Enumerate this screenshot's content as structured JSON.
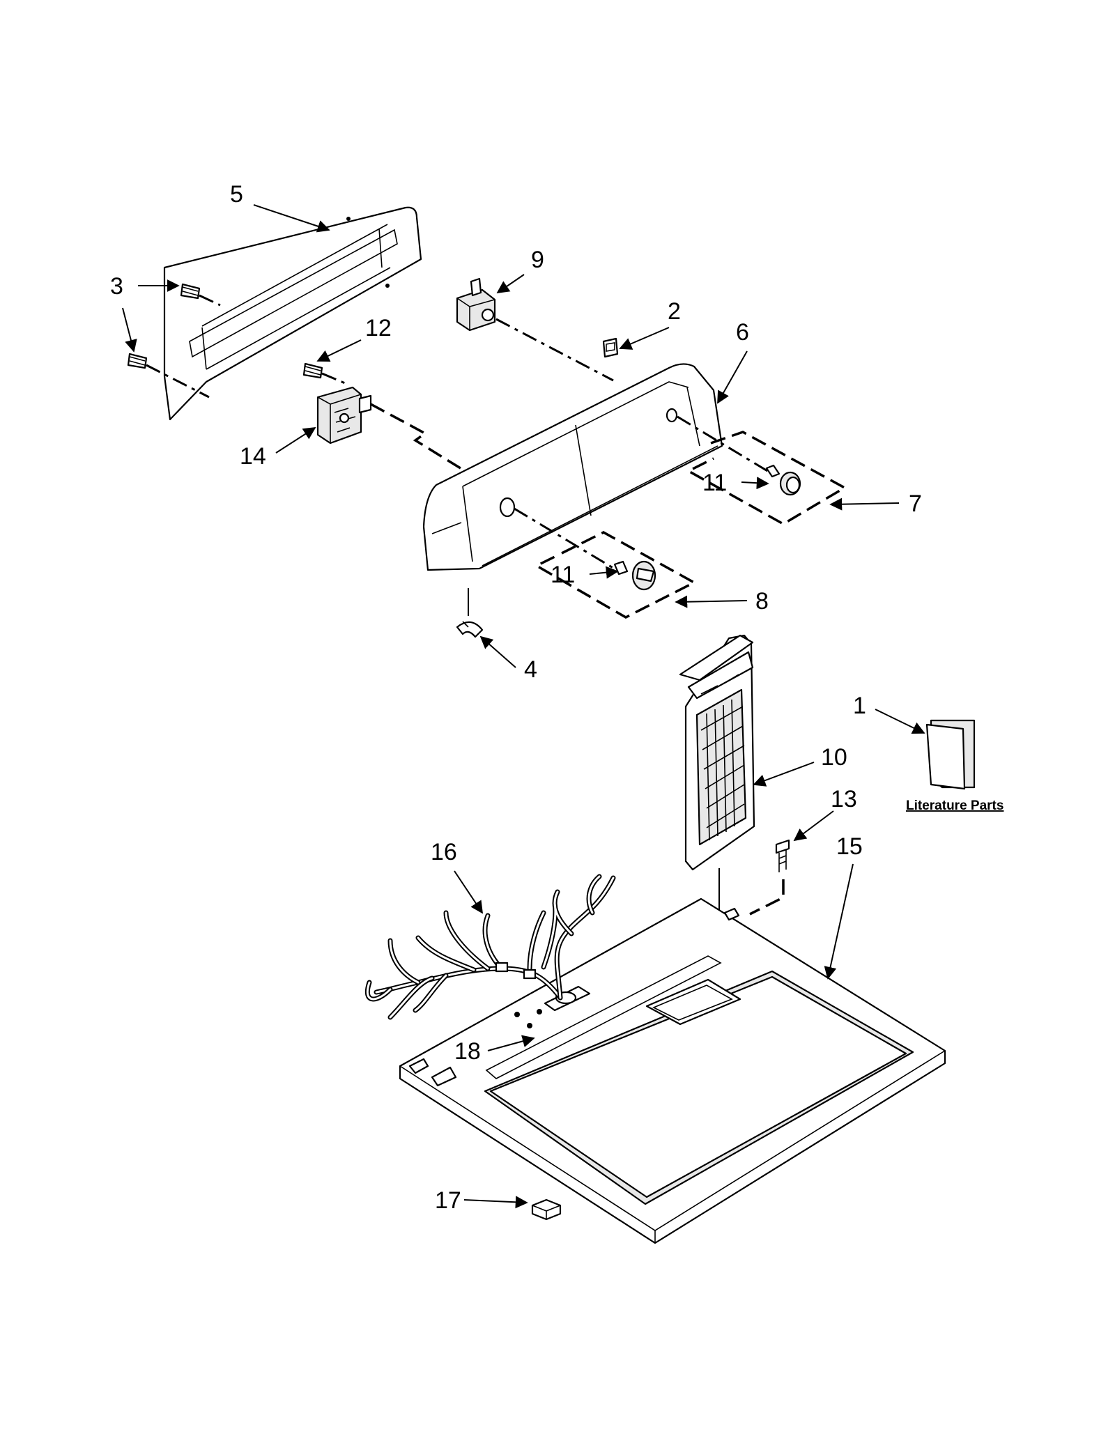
{
  "callouts": {
    "c1": "1",
    "c2": "2",
    "c3": "3",
    "c4": "4",
    "c5": "5",
    "c6": "6",
    "c7": "7",
    "c8": "8",
    "c9": "9",
    "c10": "10",
    "c11a": "11",
    "c11b": "11",
    "c12": "12",
    "c13": "13",
    "c14": "14",
    "c15": "15",
    "c16": "16",
    "c17": "17",
    "c18": "18"
  },
  "literature_label": "Literature Parts",
  "colors": {
    "line": "#000000",
    "background": "#ffffff"
  }
}
